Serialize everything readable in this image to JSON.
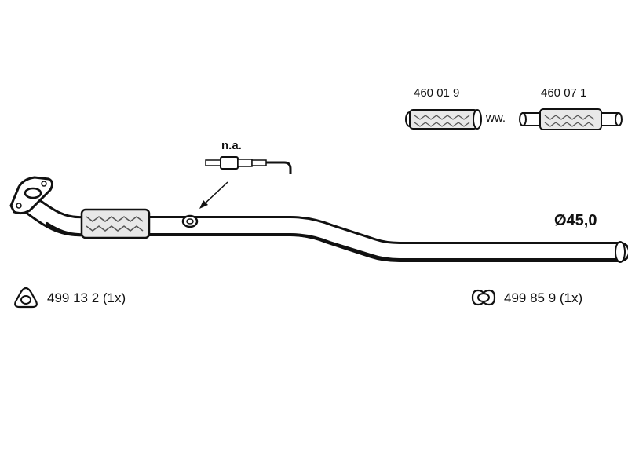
{
  "parts": {
    "flex_pipe_a": "460 01 9",
    "separator": "ww.",
    "flex_pipe_b": "460 07 1",
    "sensor_note": "n.a.",
    "diameter": "Ø45,0",
    "gasket_front": "499 13 2 (1x)",
    "gasket_rear": "499 85 9 (1x)"
  },
  "icons": {
    "front": "triangle-gasket-icon",
    "rear": "oval-gasket-icon"
  },
  "colors": {
    "line": "#111111",
    "fill": "#ffffff",
    "flex_fill": "#e8e8e8"
  }
}
